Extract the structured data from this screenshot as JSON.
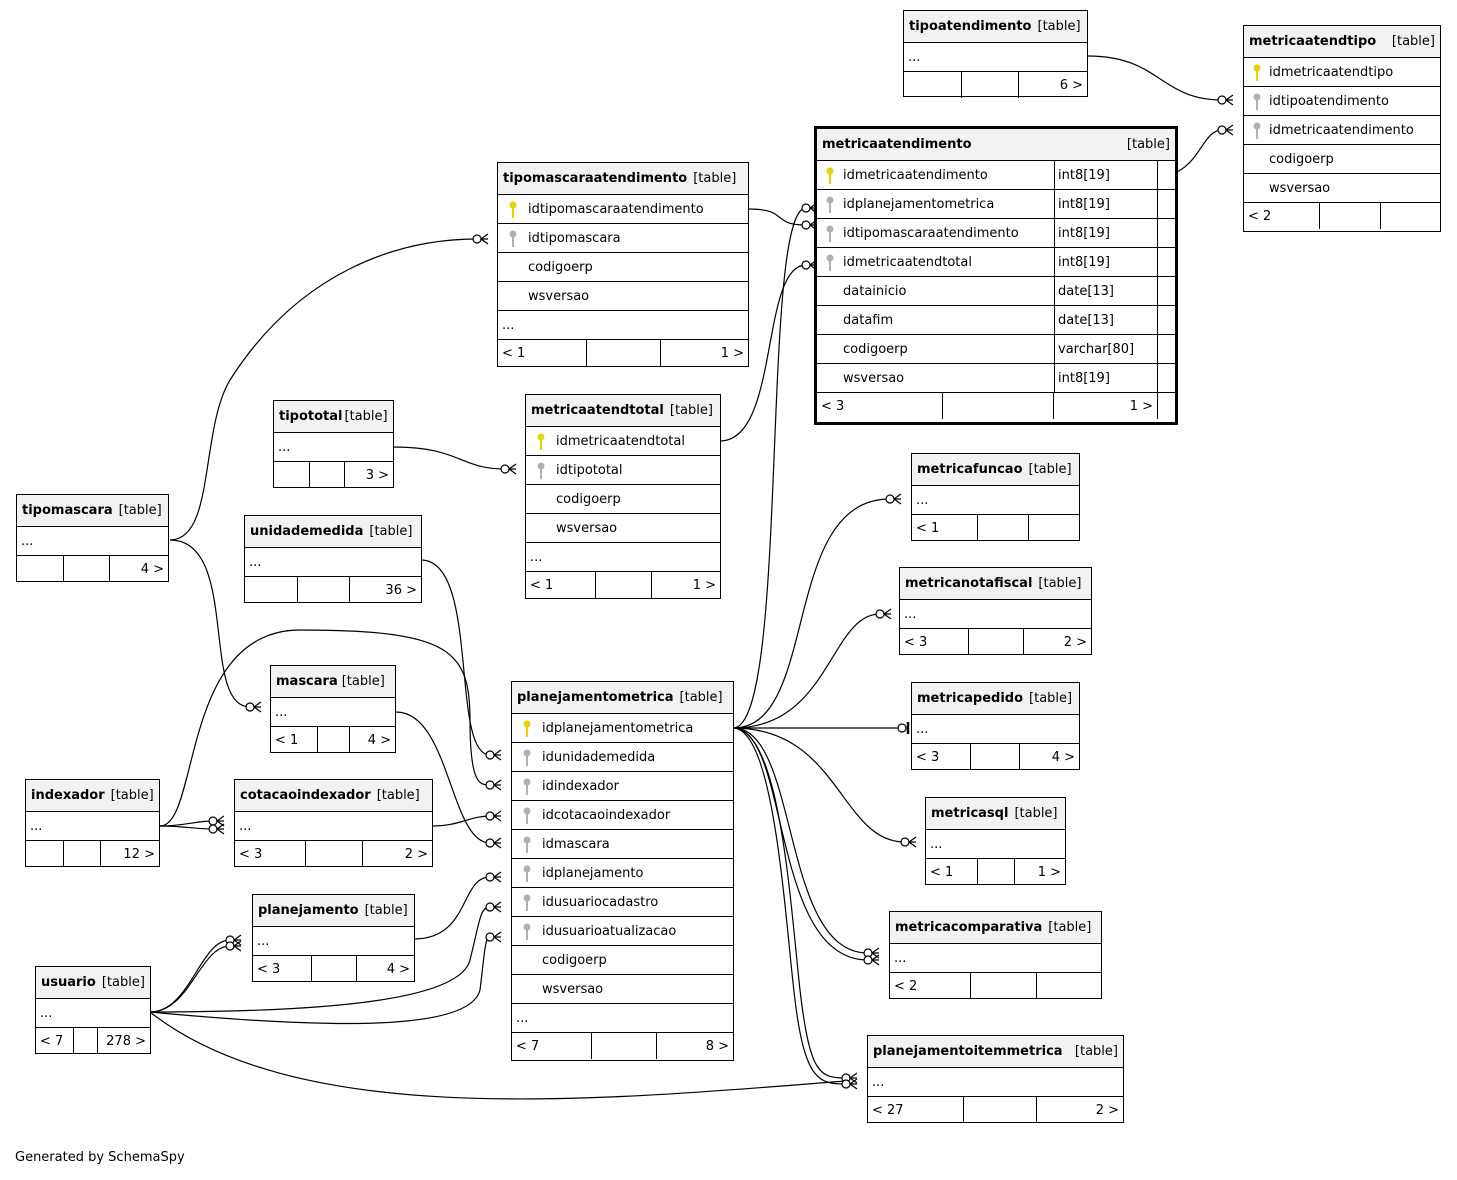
{
  "footer": "Generated by SchemaSpy",
  "colors": {
    "primary_key": "#e6d300",
    "foreign_key": "#b0b0b0"
  },
  "tables": {
    "tipoatendimento": {
      "name": "tipoatendimento",
      "tag": "[table]",
      "row": "...",
      "f1": "",
      "f2": "",
      "f3": "6 >"
    },
    "metricaatendtipo": {
      "name": "metricaatendtipo",
      "tag": "[table]",
      "cols": [
        "idmetricaatendtipo",
        "idtipoatendimento",
        "idmetricaatendimento",
        "codigoerp",
        "wsversao"
      ],
      "f1": "< 2",
      "f2": "",
      "f3": ""
    },
    "metricaatendimento": {
      "name": "metricaatendimento",
      "tag": "[table]",
      "cols": [
        "idmetricaatendimento",
        "idplanejamentometrica",
        "idtipomascaraatendimento",
        "idmetricaatendtotal",
        "datainicio",
        "datafim",
        "codigoerp",
        "wsversao"
      ],
      "types": [
        "int8[19]",
        "int8[19]",
        "int8[19]",
        "int8[19]",
        "date[13]",
        "date[13]",
        "varchar[80]",
        "int8[19]"
      ],
      "f1": "< 3",
      "f2": "",
      "f3": "1 >"
    },
    "tipomascaraatendimento": {
      "name": "tipomascaraatendimento",
      "tag": "[table]",
      "cols": [
        "idtipomascaraatendimento",
        "idtipomascara",
        "codigoerp",
        "wsversao"
      ],
      "row": "...",
      "f1": "< 1",
      "f2": "",
      "f3": "1 >"
    },
    "tipototal": {
      "name": "tipototal",
      "tag": "[table]",
      "row": "...",
      "f1": "",
      "f2": "",
      "f3": "3 >"
    },
    "metricaatendtotal": {
      "name": "metricaatendtotal",
      "tag": "[table]",
      "cols": [
        "idmetricaatendtotal",
        "idtipototal",
        "codigoerp",
        "wsversao"
      ],
      "row": "...",
      "f1": "< 1",
      "f2": "",
      "f3": "1 >"
    },
    "tipomascara": {
      "name": "tipomascara",
      "tag": "[table]",
      "row": "...",
      "f1": "",
      "f2": "",
      "f3": "4 >"
    },
    "unidademedida": {
      "name": "unidademedida",
      "tag": "[table]",
      "row": "...",
      "f1": "",
      "f2": "",
      "f3": "36 >"
    },
    "mascara": {
      "name": "mascara",
      "tag": "[table]",
      "row": "...",
      "f1": "< 1",
      "f2": "",
      "f3": "4 >"
    },
    "indexador": {
      "name": "indexador",
      "tag": "[table]",
      "row": "...",
      "f1": "",
      "f2": "",
      "f3": "12 >"
    },
    "cotacaoindexador": {
      "name": "cotacaoindexador",
      "tag": "[table]",
      "row": "...",
      "f1": "< 3",
      "f2": "",
      "f3": "2 >"
    },
    "planejamento": {
      "name": "planejamento",
      "tag": "[table]",
      "row": "...",
      "f1": "< 3",
      "f2": "",
      "f3": "4 >"
    },
    "usuario": {
      "name": "usuario",
      "tag": "[table]",
      "row": "...",
      "f1": "< 7",
      "f2": "",
      "f3": "278 >"
    },
    "planejamentometrica": {
      "name": "planejamentometrica",
      "tag": "[table]",
      "cols": [
        "idplanejamentometrica",
        "idunidademedida",
        "idindexador",
        "idcotacaoindexador",
        "idmascara",
        "idplanejamento",
        "idusuariocadastro",
        "idusuarioatualizacao",
        "codigoerp",
        "wsversao"
      ],
      "row": "...",
      "f1": "< 7",
      "f2": "",
      "f3": "8 >"
    },
    "metricafuncao": {
      "name": "metricafuncao",
      "tag": "[table]",
      "row": "...",
      "f1": "< 1",
      "f2": "",
      "f3": ""
    },
    "metricanotafiscal": {
      "name": "metricanotafiscal",
      "tag": "[table]",
      "row": "...",
      "f1": "< 3",
      "f2": "",
      "f3": "2 >"
    },
    "metricapedido": {
      "name": "metricapedido",
      "tag": "[table]",
      "row": "...",
      "f1": "< 3",
      "f2": "",
      "f3": "4 >"
    },
    "metricasql": {
      "name": "metricasql",
      "tag": "[table]",
      "row": "...",
      "f1": "< 1",
      "f2": "",
      "f3": "1 >"
    },
    "metricacomparativa": {
      "name": "metricacomparativa",
      "tag": "[table]",
      "row": "...",
      "f1": "< 2",
      "f2": "",
      "f3": ""
    },
    "planejamentoitemmetrica": {
      "name": "planejamentoitemmetrica",
      "tag": "[table]",
      "row": "...",
      "f1": "< 27",
      "f2": "",
      "f3": "2 >"
    }
  }
}
